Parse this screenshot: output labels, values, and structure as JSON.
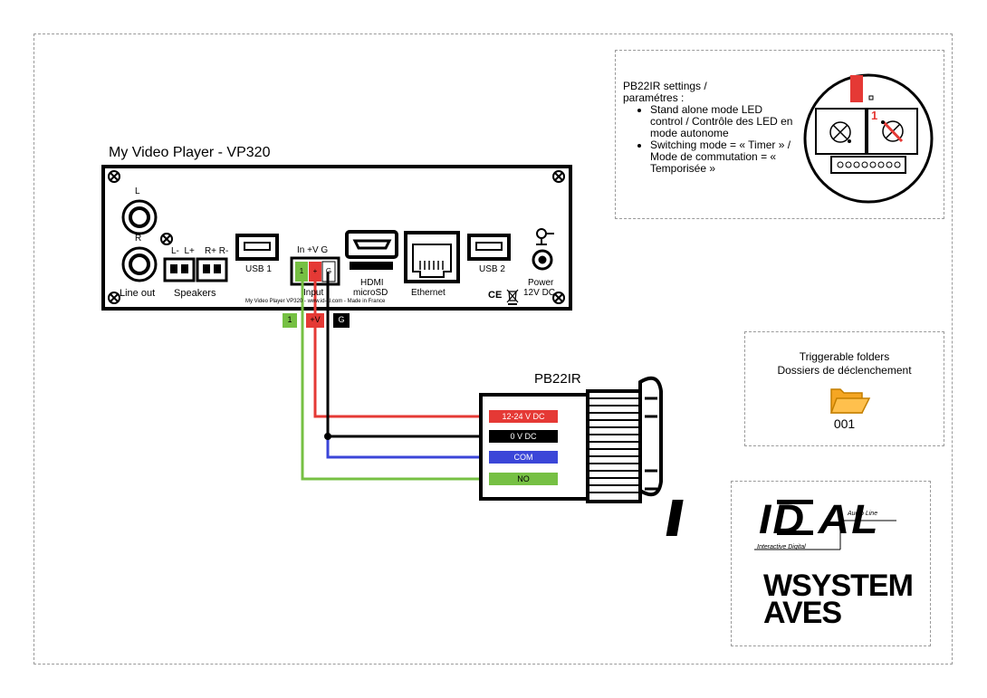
{
  "device": {
    "title": "My Video Player - VP320",
    "line_out_label": "Line out",
    "left_label": "L",
    "right_label": "R",
    "speakers_label": "Speakers",
    "speaker_pins": "L-  L+    R+ R-",
    "usb1_label": "USB 1",
    "input_pins": "In +V G",
    "input_label": "Input",
    "hdmi_label": "HDMI",
    "microsd_label": "microSD",
    "ethernet_label": "Ethernet",
    "usb2_label": "USB 2",
    "power_label": "Power",
    "power_spec": "12V DC",
    "ce_mark": "CE",
    "footer": "My Video Player  VP320 - www.id-al.com - Made in France",
    "terminals": [
      {
        "label": "1",
        "color": "#76c043"
      },
      {
        "label": "+",
        "color": "#e53935"
      },
      {
        "label": "G",
        "color": "#000000"
      }
    ]
  },
  "wire_tags": [
    {
      "label": "1",
      "color": "#76c043",
      "text_color": "#000000"
    },
    {
      "label": "+V",
      "color": "#e53935",
      "text_color": "#000000"
    },
    {
      "label": "G",
      "color": "#000000",
      "text_color": "#ffffff"
    }
  ],
  "button": {
    "title": "PB22IR",
    "wires": [
      {
        "label": "12-24 V DC",
        "color": "#e53935",
        "text_color": "#ffffff"
      },
      {
        "label": "0 V DC",
        "color": "#000000",
        "text_color": "#ffffff"
      },
      {
        "label": "COM",
        "color": "#3b46d8",
        "text_color": "#ffffff"
      },
      {
        "label": "NO",
        "color": "#76c043",
        "text_color": "#000000"
      }
    ]
  },
  "settings": {
    "title": "PB22IR settings / paramétres :",
    "items": [
      "Stand alone mode LED control / Contrôle des LED en mode autonome",
      "Switching mode = « Timer » / Mode de commutation = « Temporisée »"
    ],
    "dip_label": "1"
  },
  "folders": {
    "title_en": "Triggerable folders",
    "title_fr": "Dossiers de déclenchement",
    "folder_name": "001",
    "folder_color": "#f5a623"
  },
  "logos": {
    "idal_big": "ID AL",
    "idal_audio": "Audio Line",
    "idal_tag": "Interactive Digital",
    "waves_big": "WSYSTEM AVES"
  }
}
